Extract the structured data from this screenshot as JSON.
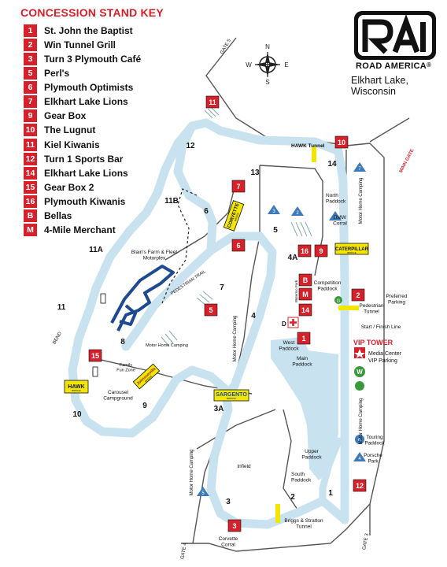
{
  "key": {
    "title": "CONCESSION STAND KEY",
    "items": [
      {
        "code": "1",
        "name": "St. John the Baptist"
      },
      {
        "code": "2",
        "name": "Win Tunnel Grill"
      },
      {
        "code": "3",
        "name": "Turn 3 Plymouth Café"
      },
      {
        "code": "5",
        "name": "Perl's"
      },
      {
        "code": "6",
        "name": "Plymouth Optimists"
      },
      {
        "code": "7",
        "name": "Elkhart Lake Lions"
      },
      {
        "code": "9",
        "name": "Gear Box"
      },
      {
        "code": "10",
        "name": "The Lugnut"
      },
      {
        "code": "11",
        "name": "Kiel Kiwanis"
      },
      {
        "code": "12",
        "name": "Turn 1 Sports Bar"
      },
      {
        "code": "14",
        "name": "Elkhart Lake Lions"
      },
      {
        "code": "15",
        "name": "Gear Box 2"
      },
      {
        "code": "16",
        "name": "Plymouth Kiwanis"
      },
      {
        "code": "B",
        "name": "Bellas"
      },
      {
        "code": "M",
        "name": "4-Mile Merchant"
      }
    ]
  },
  "brand": {
    "name": "ROAD AMERICA",
    "mark": "®",
    "location": "Elkhart Lake, Wisconsin"
  },
  "compass": {
    "n": "N",
    "s": "S",
    "e": "E",
    "w": "W"
  },
  "colors": {
    "track": "#c9e2ef",
    "stand": "#d6202a",
    "road": "#555555",
    "paddock": "#c9e2ef",
    "sign": "#f2e600",
    "blue_marker": "#3b79b9",
    "green_marker": "#3a9a3a",
    "motorplex": "#1f4a8f"
  },
  "map": {
    "turns": [
      "1",
      "2",
      "3",
      "3A",
      "4",
      "4A",
      "5",
      "6",
      "7",
      "8",
      "9",
      "10",
      "11",
      "11A",
      "11B",
      "12",
      "13",
      "14"
    ],
    "labels": {
      "gate5": "GATE 5",
      "main_gate": "MAIN GATE",
      "gate4": "GATE 4",
      "gate3": "GATE 3",
      "hawk_tunnel": "HAWK Tunnel",
      "north_paddock": "North Paddock",
      "bmw_corral": "BMW Corral",
      "competition_paddock": "Competition Paddock",
      "pedestrian_tunnel": "Pedestrian Tunnel",
      "preferred_parking": "Preferred Parking",
      "start_finish": "Start / Finish Line",
      "vip_tower": "VIP TOWER",
      "media_center": "Media Center",
      "vip_parking": "VIP Parking",
      "west_paddock": "West Paddock",
      "main_paddock": "Main Paddock",
      "motor_home_camping": "Motor Home Camping",
      "touring_paddock": "Touring Paddock",
      "porsche_park": "Porsche Park",
      "upper_paddock": "Upper Paddock",
      "south_paddock": "South Paddock",
      "infield": "Infield",
      "briggs_tunnel": "Briggs & Stratton Tunnel",
      "corvette_corral": "Corvette Corral",
      "blains": "Blain's Farm & Fleet Motorplex",
      "pedestrian_trail": "PEDESTRIAN TRAIL",
      "family_fun_zone": "Family Fun Zone",
      "carousel_campground": "Carousel Campground",
      "bend": "BEND",
      "hawk": "HAWK",
      "hawk_bridge": "BRIDGE",
      "corvette": "CORVETTE",
      "corvette_bridge": "BRIDGE",
      "caterpillar": "CATERPILLAR",
      "caterpillar_bridge": "BRIDGE",
      "sargento": "SARGENTO",
      "sargento_bridge": "BRIDGE",
      "johnsonville": "Johnsonville",
      "johnsonville_bridge": "BRIDGE",
      "waterloo": "Waterloo Park",
      "d": "D",
      "w": "W",
      "g": "G"
    }
  }
}
